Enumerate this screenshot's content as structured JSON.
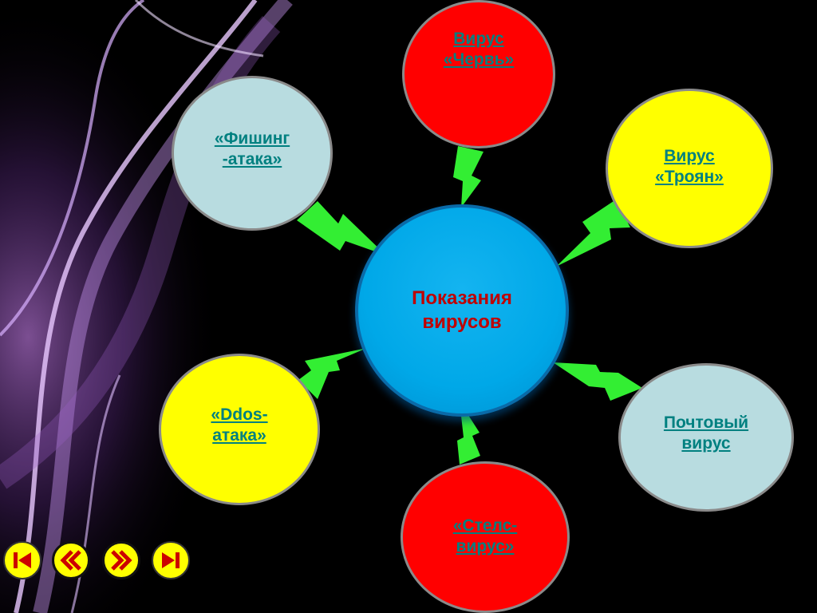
{
  "center": {
    "label_1": "Показания",
    "label_2": "вирусов"
  },
  "nodes": {
    "worm": {
      "line1": "Вирус",
      "line2": "«Червь»",
      "color": "#ff0000",
      "text_color": "#008080"
    },
    "trojan": {
      "line1": "Вирус",
      "line2": "«Троян»",
      "color": "#ffff00",
      "text_color": "#008080"
    },
    "phishing": {
      "line1": "«Фишинг",
      "line2": "-атака»",
      "color": "#b8dce0",
      "text_color": "#008080"
    },
    "ddos": {
      "line1": "«Ddos-",
      "line2": "атака»",
      "color": "#ffff00",
      "text_color": "#008080"
    },
    "mail": {
      "line1": "Почтовый",
      "line2": "вирус",
      "color": "#b8dce0",
      "text_color": "#008080"
    },
    "stealth": {
      "line1": "«Стелс-",
      "line2": "вирус»",
      "color": "#ff0000",
      "text_color": "#008080"
    }
  },
  "colors": {
    "center": "#00a8e8",
    "center_text": "#c00000",
    "connector": "#33ee33",
    "nav_button": "#ffff00",
    "nav_icon": "#cc0000"
  },
  "nav": [
    {
      "name": "first-slide",
      "icon": "skip-back-icon"
    },
    {
      "name": "previous-slide",
      "icon": "double-chevron-left-icon"
    },
    {
      "name": "next-slide",
      "icon": "double-chevron-right-icon"
    },
    {
      "name": "last-slide",
      "icon": "skip-forward-icon"
    }
  ]
}
